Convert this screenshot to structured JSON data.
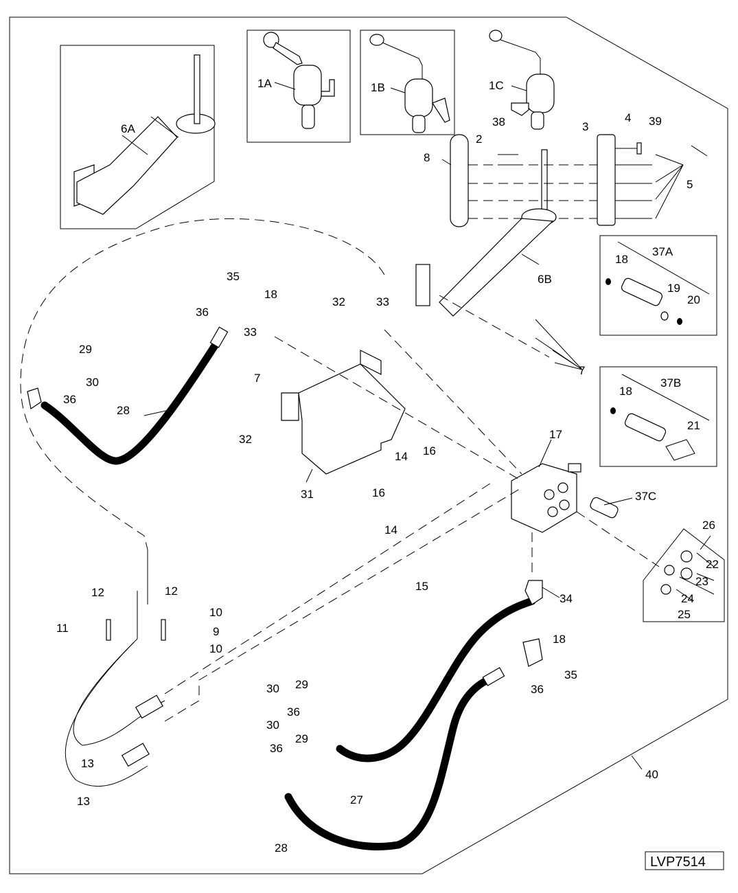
{
  "diagram": {
    "id_label": "LVP7514",
    "callouts": {
      "c1A": "1A",
      "c1B": "1B",
      "c1C": "1C",
      "c2": "2",
      "c3": "3",
      "c4": "4",
      "c5": "5",
      "c6A": "6A",
      "c6B": "6B",
      "c7a": "7",
      "c7b": "7",
      "c8": "8",
      "c9": "9",
      "c10a": "10",
      "c10b": "10",
      "c11": "11",
      "c12a": "12",
      "c12b": "12",
      "c13a": "13",
      "c13b": "13",
      "c14a": "14",
      "c14b": "14",
      "c15": "15",
      "c16a": "16",
      "c16b": "16",
      "c17": "17",
      "c18a": "18",
      "c18b": "18",
      "c18c": "18",
      "c18d": "18",
      "c19": "19",
      "c20": "20",
      "c21": "21",
      "c22": "22",
      "c23": "23",
      "c24": "24",
      "c25": "25",
      "c26": "26",
      "c27": "27",
      "c28a": "28",
      "c28b": "28",
      "c29a": "29",
      "c29b": "29",
      "c29c": "29",
      "c30a": "30",
      "c30b": "30",
      "c30c": "30",
      "c31": "31",
      "c32a": "32",
      "c32b": "32",
      "c33a": "33",
      "c33b": "33",
      "c34": "34",
      "c35a": "35",
      "c35b": "35",
      "c36a": "36",
      "c36b": "36",
      "c36c": "36",
      "c36d": "36",
      "c36e": "36",
      "c37A": "37A",
      "c37B": "37B",
      "c37C": "37C",
      "c38": "38",
      "c39": "39",
      "c40": "40"
    }
  }
}
